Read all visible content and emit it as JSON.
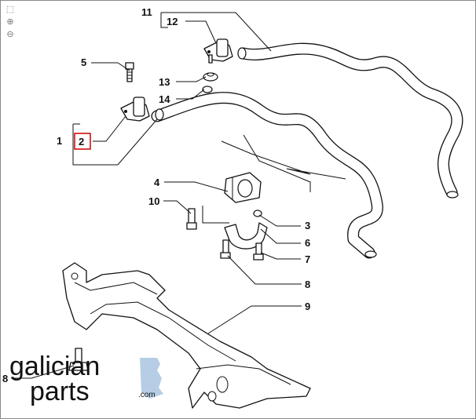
{
  "toolbar": {
    "icons": [
      "fit-icon",
      "zoom-in-icon",
      "zoom-out-icon"
    ],
    "fit_glyph": "⬚",
    "zoom_in_glyph": "⊕",
    "zoom_out_glyph": "⊖"
  },
  "callouts": {
    "p1": "1",
    "p2": "2",
    "p3": "3",
    "p4": "4",
    "p5": "5",
    "p6": "6",
    "p7": "7",
    "p8a": "8",
    "p8b": "8",
    "p9": "9",
    "p10": "10",
    "p11": "11",
    "p12": "12",
    "p13": "13",
    "p14": "14"
  },
  "highlight": {
    "part": "2",
    "color": "#cc0000"
  },
  "logo": {
    "line1": "galician",
    "line2": "parts",
    "suffix": ".com",
    "accent_color": "#a9c4e0"
  }
}
